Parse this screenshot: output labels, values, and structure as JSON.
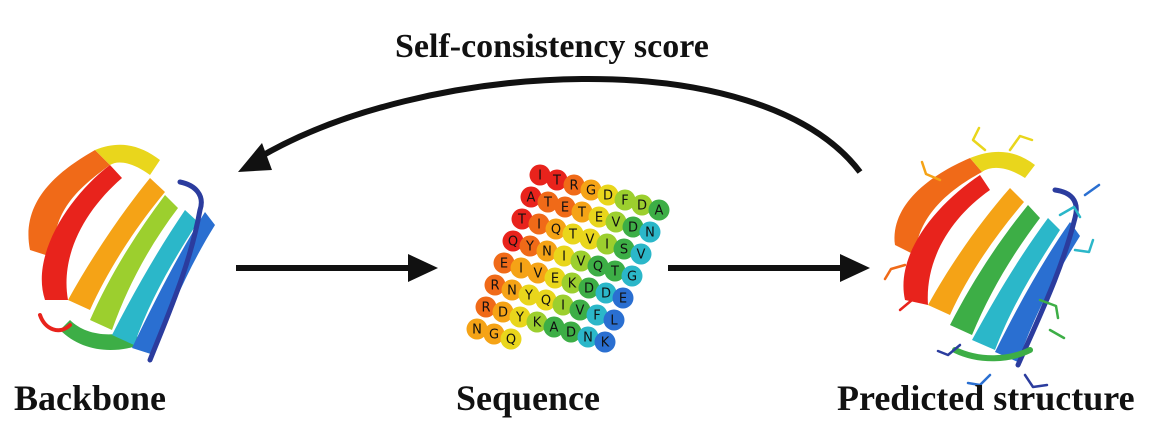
{
  "labels": {
    "title": "Self-consistency score",
    "backbone": "Backbone",
    "sequence": "Sequence",
    "predicted": "Predicted structure"
  },
  "colors": {
    "arrow": "#111111",
    "ribbon": [
      "#e8231c",
      "#f06a18",
      "#f5a316",
      "#e9d61c",
      "#9ccf2e",
      "#3dae46",
      "#2bb7c9",
      "#2a6fd1",
      "#2b3c9e"
    ]
  },
  "sequence_residues": [
    "I",
    "T",
    "R",
    "G",
    "D",
    "F",
    "D",
    "A",
    "A",
    "T",
    "E",
    "T",
    "E",
    "V",
    "D",
    "N",
    "T",
    "I",
    "Q",
    "T",
    "V",
    "I",
    "S",
    "V",
    "Q",
    "Y",
    "N",
    "I",
    "V",
    "Q",
    "T",
    "G",
    "E",
    "I",
    "V",
    "E",
    "K",
    "D",
    "D",
    "E",
    "R",
    "N",
    "Y",
    "Q",
    "I",
    "V",
    "F",
    "L",
    "R",
    "D",
    "Y",
    "K",
    "A",
    "D",
    "N",
    "K",
    "N",
    "G",
    "Q"
  ]
}
